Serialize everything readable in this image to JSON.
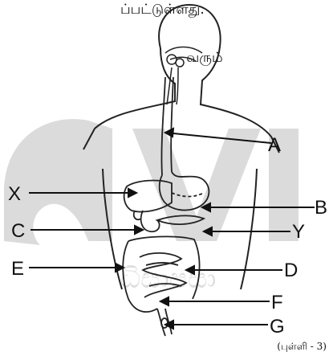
{
  "question": {
    "line1_fragment": "ப்பட்டுள்ளது.",
    "line2_fragment": "வரும்",
    "score_note": "(புள்ளி - 3)"
  },
  "watermark": {
    "text": "ධිසාපසා"
  },
  "labels": {
    "A": "A",
    "B": "B",
    "C": "C",
    "D": "D",
    "E": "E",
    "F": "F",
    "G": "G",
    "X": "X",
    "Y": "Y"
  },
  "colors": {
    "ink": "#111111",
    "watermark": "#bdbdbd"
  }
}
